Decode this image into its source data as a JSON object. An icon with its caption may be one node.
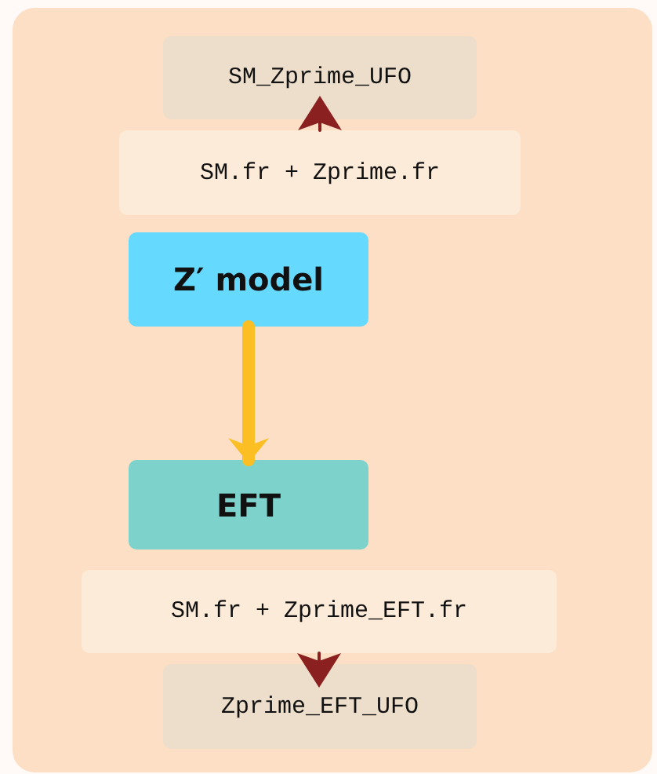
{
  "diagram": {
    "nodes": [
      {
        "text": [
          "SM_Zprime_UFO"
        ]
      },
      {
        "text": [
          "SM.fr + Zprime.fr"
        ]
      },
      {
        "text": [
          "Z′ model"
        ]
      },
      {
        "text": [
          "EFT"
        ]
      },
      {
        "text": [
          "SM.fr + Zprime_EFT.fr"
        ]
      },
      {
        "text": [
          "Zprime_EFT_UFO"
        ]
      }
    ],
    "edges": [
      {
        "from": 1,
        "to": 0,
        "arrow": "to"
      },
      {
        "from": 2,
        "to": 3,
        "arrow": "to",
        "style": "thick",
        "color": "#fbbf24"
      },
      {
        "from": 4,
        "to": 5,
        "arrow": "to"
      }
    ]
  }
}
